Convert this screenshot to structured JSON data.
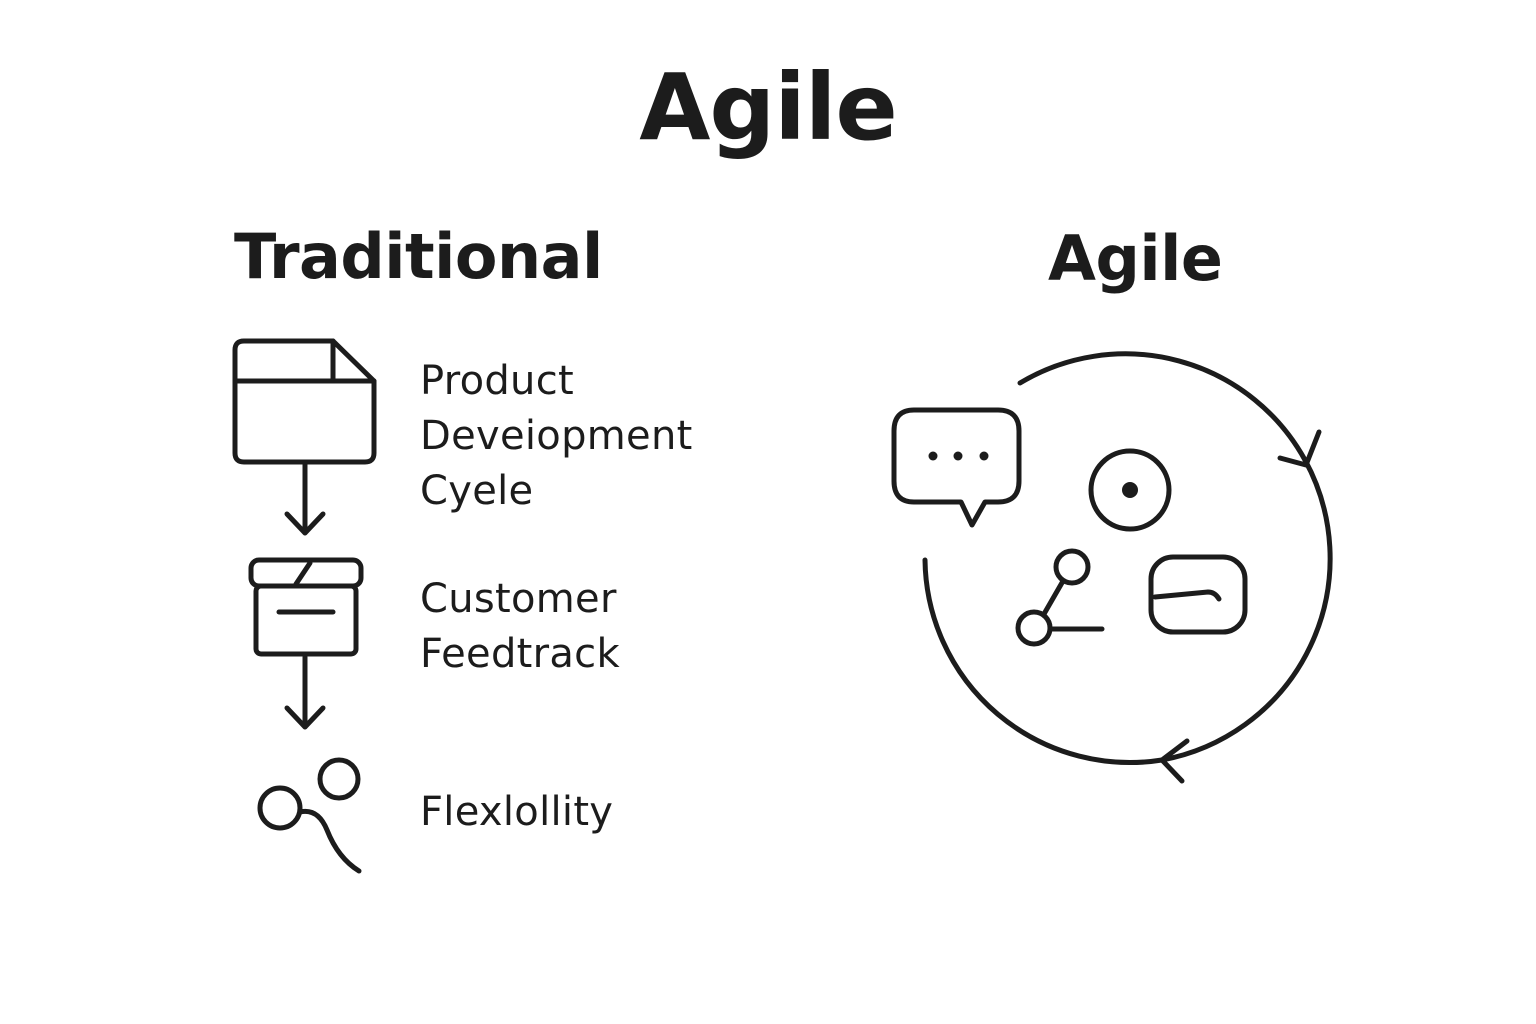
{
  "title": "Agile",
  "traditional": {
    "heading": "Traditional",
    "steps": [
      {
        "label": "Product\nDeveiopment\nCyele",
        "icon": "document-window-icon"
      },
      {
        "label": "Customer\nFeedtrack",
        "icon": "archive-box-icon"
      },
      {
        "label": "Flexlollity",
        "icon": "connected-nodes-icon"
      }
    ]
  },
  "agile": {
    "heading": "Agile",
    "icons": [
      "chat-bubble-icon",
      "target-icon",
      "network-node-icon",
      "card-icon",
      "cycle-arrows-icon"
    ]
  }
}
